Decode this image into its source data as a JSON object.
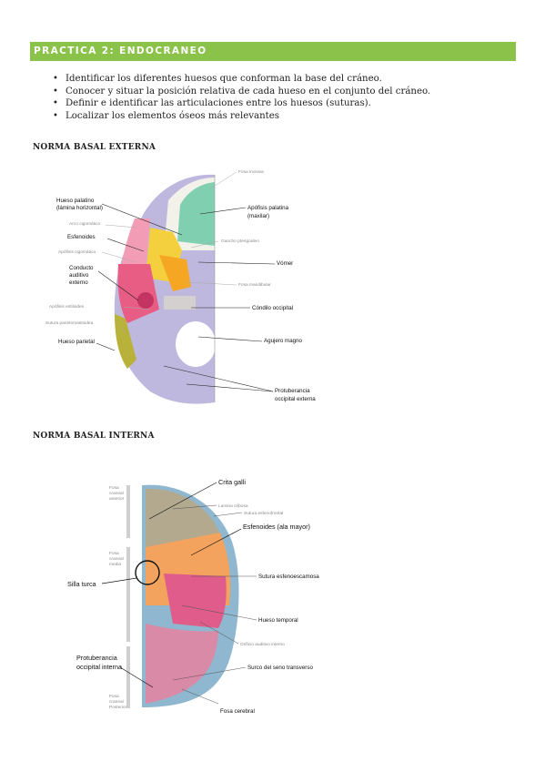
{
  "header": {
    "banner": "PRACTICA 2: ENDOCRANEO"
  },
  "objectives": [
    "Identificar los diferentes huesos que conforman la base del cráneo.",
    "Conocer y situar la posición relativa de cada hueso en el conjunto del cráneo.",
    "Definir e identificar las articulaciones entre los huesos (suturas).",
    "Localizar los elementos óseos más relevantes"
  ],
  "sections": {
    "externa": "NORMA BASAL EXTERNA",
    "interna": "NORMA BASAL INTERNA"
  },
  "fig1": {
    "fosa_incisiva": "Fosa incisiva",
    "palatino_1": "Hueso palatino",
    "palatino_2": "(lámina horizontal)",
    "arco_cigomatico": "Arco cigomático",
    "esfenoides": "Esfenoides",
    "apofisis_cigomatica": "Apófisis cigomática",
    "conducto_1": "Conducto",
    "conducto_2": "auditivo",
    "conducto_3": "externo",
    "apofisis_estiloides": "Apófisis estiloides",
    "sutura_parieto": "Sutura parietomastoidea",
    "hueso_parietal": "Hueso parietal",
    "apofisis_palatina_1": "Apófisis palatina",
    "apofisis_palatina_2": "(maxilar)",
    "gancho": "Gancho pterigoideo",
    "vomer": "Vómer",
    "fosa_mandibular": "Fosa mandibular",
    "condilo": "Cóndilo occipital",
    "agujero": "Agujero magno",
    "protuberancia_1": "Protuberancia",
    "protuberancia_2": "occipital externa"
  },
  "fig2": {
    "fosa_anterior_1": "Fosa",
    "fosa_anterior_2": "craneal",
    "fosa_anterior_3": "anterior",
    "fosa_media_1": "Fosa",
    "fosa_media_2": "craneal",
    "fosa_media_3": "media",
    "fosa_posterior_1": "Fosa",
    "fosa_posterior_2": "craneal",
    "fosa_posterior_3": "Posterior",
    "crita_galli": "Crita galli",
    "lamina_cribosa": "Lamina cribosa",
    "sutura_esfenofrontal": "Sutura esfenofrontal",
    "esfenoides_ala": "Esfenoides (ala mayor)",
    "silla_turca": "Silla turca",
    "sutura_esfenoescamosa": "Sutura esfenoescamosa",
    "hueso_temporal": "Hueso temporal",
    "orificio_auditivo": "Orificio auditivo interno",
    "protuberancia_1": "Protuberancia",
    "protuberancia_2": "occipital interna",
    "surco": "Surco del seno transverso",
    "fosa_cerebral": "Fosa cerebral"
  }
}
